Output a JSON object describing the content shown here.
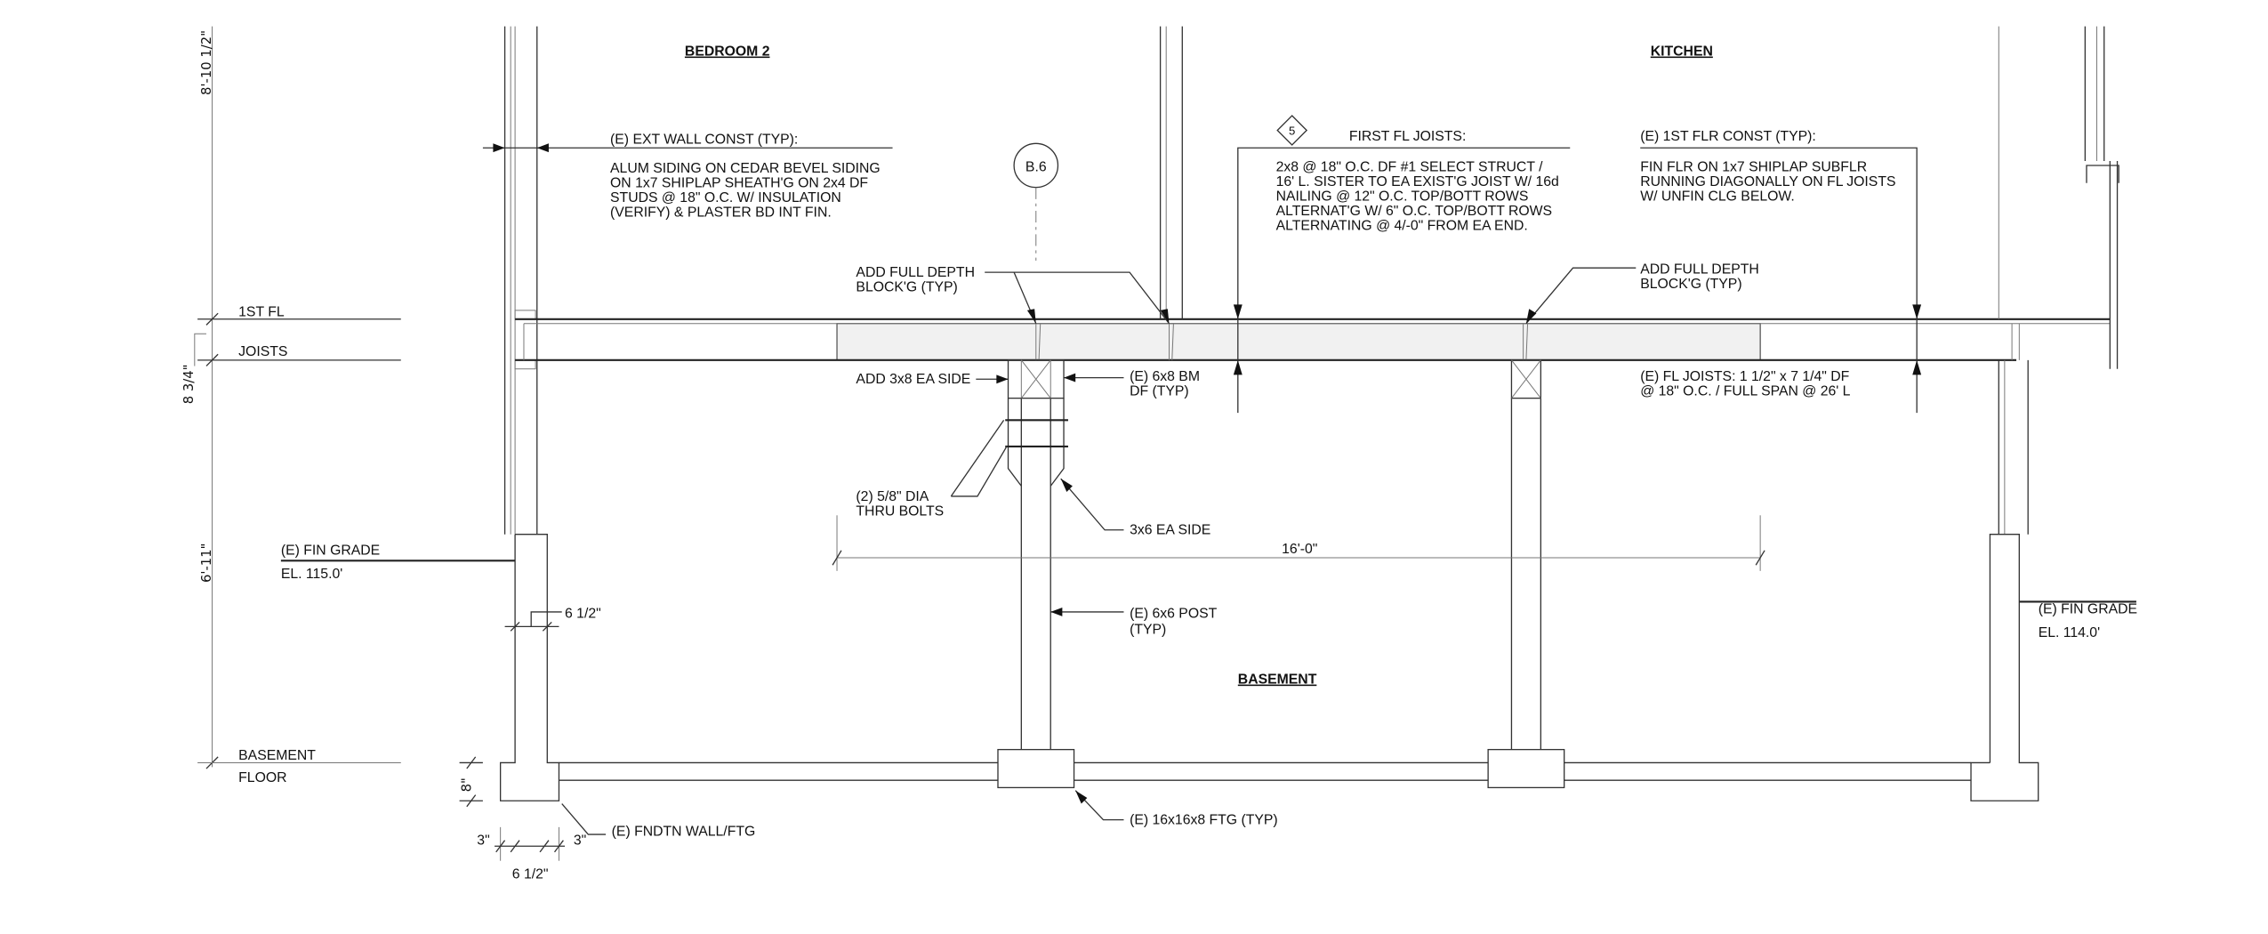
{
  "rooms": {
    "bedroom": "BEDROOM 2",
    "kitchen": "KITCHEN",
    "basement": "BASEMENT"
  },
  "dimensions": {
    "upper_height": "8'-10 1/2\"",
    "joist_depth": "8 3/4\"",
    "basement_height": "6'-11\"",
    "span": "16'-0\"",
    "wall_thickness": "6 1/2\"",
    "footing_thickness": "8\"",
    "footing_offset_left": "3\"",
    "footing_offset_right": "3\"",
    "footing_wall_width": "6 1/2\""
  },
  "levels": {
    "first_floor": "1ST FL",
    "joists": "JOISTS",
    "basement_floor_1": "BASEMENT",
    "basement_floor_2": "FLOOR"
  },
  "callouts": {
    "section_marker": "B.6",
    "revision_marker": "5",
    "ext_wall": {
      "title": "(E) EXT WALL CONST (TYP):",
      "lines": [
        "ALUM SIDING ON CEDAR BEVEL SIDING",
        "ON 1x7 SHIPLAP SHEATH'G ON 2x4 DF",
        "STUDS @ 18\" O.C. W/ INSULATION",
        "(VERIFY) & PLASTER BD INT FIN."
      ]
    },
    "first_fl_joists": {
      "title": "FIRST FL JOISTS:",
      "lines": [
        "2x8 @ 18\" O.C. DF #1 SELECT STRUCT /",
        "16' L. SISTER TO EA EXIST'G JOIST W/ 16d",
        "NAILING @ 12\" O.C. TOP/BOTT ROWS",
        "ALTERNAT'G W/ 6\" O.C. TOP/BOTT ROWS",
        "ALTERNATING @ 4/-0\" FROM EA END."
      ]
    },
    "first_flr_const": {
      "title": "(E) 1ST FLR CONST (TYP):",
      "lines": [
        "FIN FLR ON 1x7 SHIPLAP SUBFLR",
        "RUNNING DIAGONALLY ON FL JOISTS",
        "W/ UNFIN CLG BELOW."
      ]
    },
    "blocking_left": [
      "ADD FULL DEPTH",
      "BLOCK'G (TYP)"
    ],
    "blocking_right": [
      "ADD FULL DEPTH",
      "BLOCK'G (TYP)"
    ],
    "add_3x8": "ADD 3x8 EA SIDE",
    "beam": [
      "(E) 6x8 BM",
      "DF (TYP)"
    ],
    "fl_joists": [
      "(E) FL JOISTS: 1 1/2\" x 7 1/4\" DF",
      "@ 18\" O.C. / FULL SPAN @ 26' L"
    ],
    "thru_bolts": [
      "(2) 5/8\" DIA",
      "THRU BOLTS"
    ],
    "side_3x6": "3x6 EA SIDE",
    "post": [
      "(E) 6x6 POST",
      "(TYP)"
    ],
    "footing": "(E) 16x16x8 FTG (TYP)",
    "fndtn": "(E) FNDTN WALL/FTG",
    "grade_left": [
      "(E) FIN GRADE",
      "EL. 115.0'"
    ],
    "grade_right": [
      "(E) FIN GRADE",
      "EL. 114.0'"
    ]
  }
}
